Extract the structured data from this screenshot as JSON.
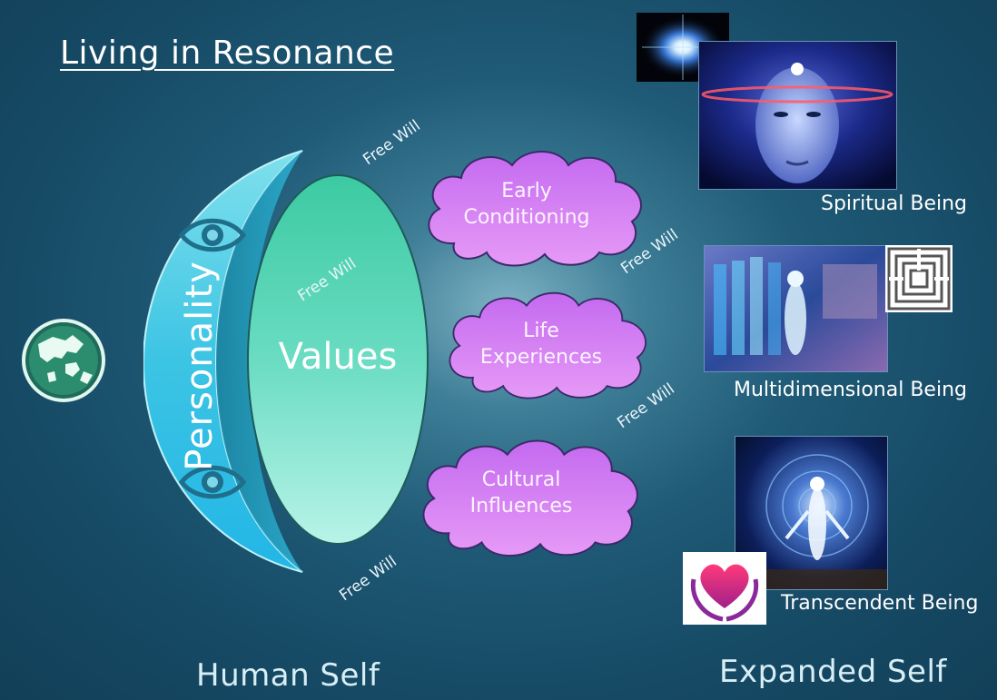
{
  "title": "Living in Resonance",
  "free_will": "Free Will",
  "personality": "Personality",
  "values": "Values",
  "clouds": [
    {
      "line1": "Early",
      "line2": "Conditioning"
    },
    {
      "line1": "Life",
      "line2": "Experiences"
    },
    {
      "line1": "Cultural",
      "line2": "Influences"
    }
  ],
  "beings": [
    {
      "label": "Spiritual Being"
    },
    {
      "label": "Multidimensional Being"
    },
    {
      "label": "Transcendent Being"
    }
  ],
  "human_self": "Human Self",
  "expanded_self": "Expanded Self",
  "icons": {
    "globe": "globe-icon",
    "eye": "eye-icon",
    "heart": "heart-hands-icon"
  },
  "colors": {
    "cloud": "#d97cf5",
    "crescent": "#3fc0e0",
    "oval": "#5ad6b4"
  }
}
